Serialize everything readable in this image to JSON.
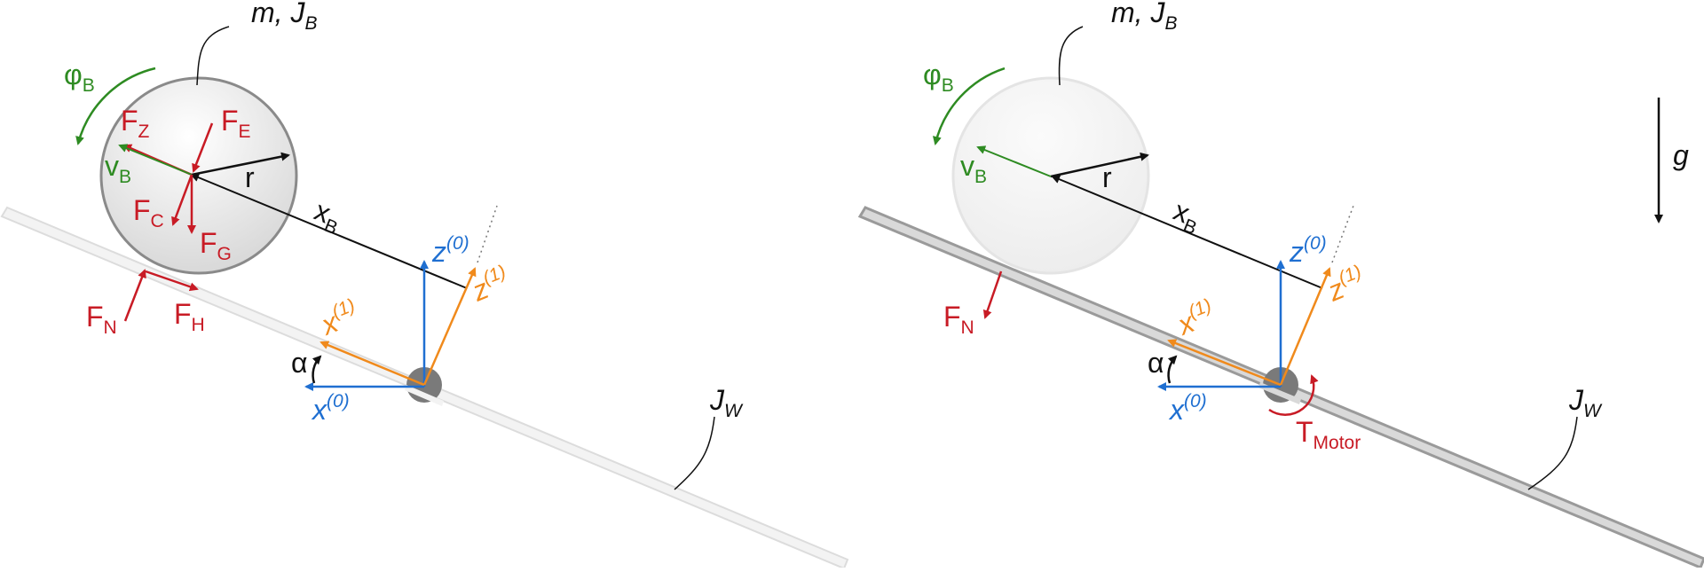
{
  "left_panel": {
    "mass_label": "m, J",
    "mass_sub": "B",
    "phi_label": "φ",
    "phi_sub": "B",
    "r_label": "r",
    "xb_label": "x",
    "xb_sub": "B",
    "vb_label": "v",
    "vb_sub": "B",
    "fz": "F",
    "fz_sub": "Z",
    "fe": "F",
    "fe_sub": "E",
    "fc": "F",
    "fc_sub": "C",
    "fg": "F",
    "fg_sub": "G",
    "fn": "F",
    "fn_sub": "N",
    "fh": "F",
    "fh_sub": "H",
    "z0": "z",
    "z0_sup": "(0)",
    "z1": "z",
    "z1_sup": "(1)",
    "x1": "x",
    "x1_sup": "(1)",
    "x0": "x",
    "x0_sup": "(0)",
    "alpha": "α",
    "jw": "J",
    "jw_sub": "W"
  },
  "right_panel": {
    "mass_label": "m, J",
    "mass_sub": "B",
    "phi_label": "φ",
    "phi_sub": "B",
    "r_label": "r",
    "xb_label": "x",
    "xb_sub": "B",
    "vb_label": "v",
    "vb_sub": "B",
    "fn": "F",
    "fn_sub": "N",
    "z0": "z",
    "z0_sup": "(0)",
    "z1": "z",
    "z1_sup": "(1)",
    "x1": "x",
    "x1_sup": "(1)",
    "x0": "x",
    "x0_sup": "(0)",
    "alpha": "α",
    "jw": "J",
    "jw_sub": "W",
    "torque": "T",
    "torque_sub": "Motor",
    "gravity": "g"
  },
  "colors": {
    "force": "#c81b25",
    "velocity": "#2e8b22",
    "frame0": "#1f6fd1",
    "frame1": "#f08a1c",
    "black": "#111111",
    "beam_left": "#e6e6e6",
    "beam_right": "#a8a8a8"
  }
}
